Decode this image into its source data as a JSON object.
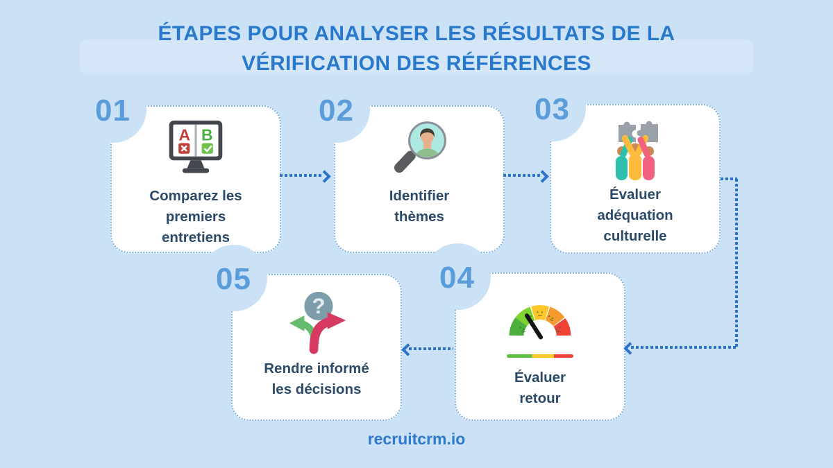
{
  "page": {
    "colors": {
      "background": "#cbe1f6",
      "title_blue": "#2878cc",
      "connector_blue": "#2b72c8",
      "card_border_blue": "#7fb0e5",
      "number_blue": "#5b9cdb",
      "label_navy": "#2b4a68"
    }
  },
  "title": {
    "line1": "ÉTAPES POUR ANALYSER LES RÉSULTATS DE LA",
    "line2": "VÉRIFICATION DES RÉFÉRENCES"
  },
  "cards": [
    {
      "number": "01",
      "icon": "ab-comparison-monitor-icon",
      "lines": [
        "Comparez les",
        "premiers",
        "entretiens"
      ]
    },
    {
      "number": "02",
      "icon": "magnifier-person-icon",
      "lines": [
        "Identifier",
        "thèmes"
      ]
    },
    {
      "number": "03",
      "icon": "team-puzzle-icon",
      "lines": [
        "Évaluer",
        "adéquation",
        "culturelle"
      ]
    },
    {
      "number": "04",
      "icon": "feedback-gauge-icon",
      "lines": [
        "Évaluer",
        "retour"
      ]
    },
    {
      "number": "05",
      "icon": "decision-arrows-icon",
      "lines": [
        "Rendre informé",
        "les décisions"
      ]
    }
  ],
  "footer": {
    "brand": "recruitcrm.io"
  }
}
